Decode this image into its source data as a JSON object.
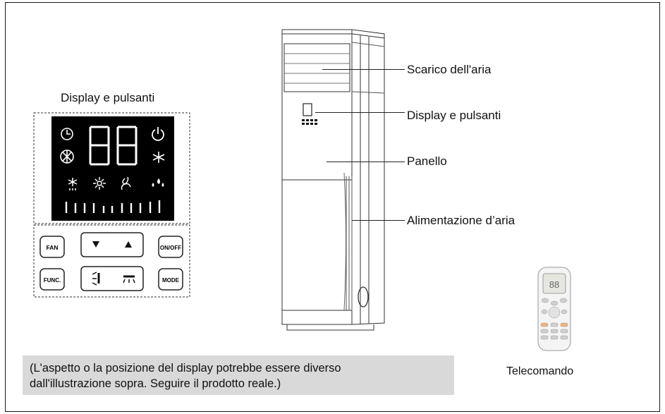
{
  "display_title": "Display e pulsanti",
  "labels": {
    "air_outlet": "Scarico dell'aria",
    "display_buttons": "Display e pulsanti",
    "panel": "Panello",
    "air_intake": "Alimentazione d’aria",
    "remote": "Telecomando"
  },
  "display": {
    "digits": "88"
  },
  "buttons": {
    "fan": "FAN",
    "onoff": "ON/OFF",
    "func": "FUNC.",
    "mode": "MODE"
  },
  "remote_display": "88",
  "note": {
    "line1": "(L'aspetto o la posizione del display potrebbe essere diverso",
    "line2": "dall'illustrazione sopra. Seguire il prodotto reale.)"
  },
  "colors": {
    "display_bg": "#000000",
    "display_fg": "#ffffff",
    "note_bg": "#d9d9d9",
    "remote_orange": "#f2b27a"
  }
}
